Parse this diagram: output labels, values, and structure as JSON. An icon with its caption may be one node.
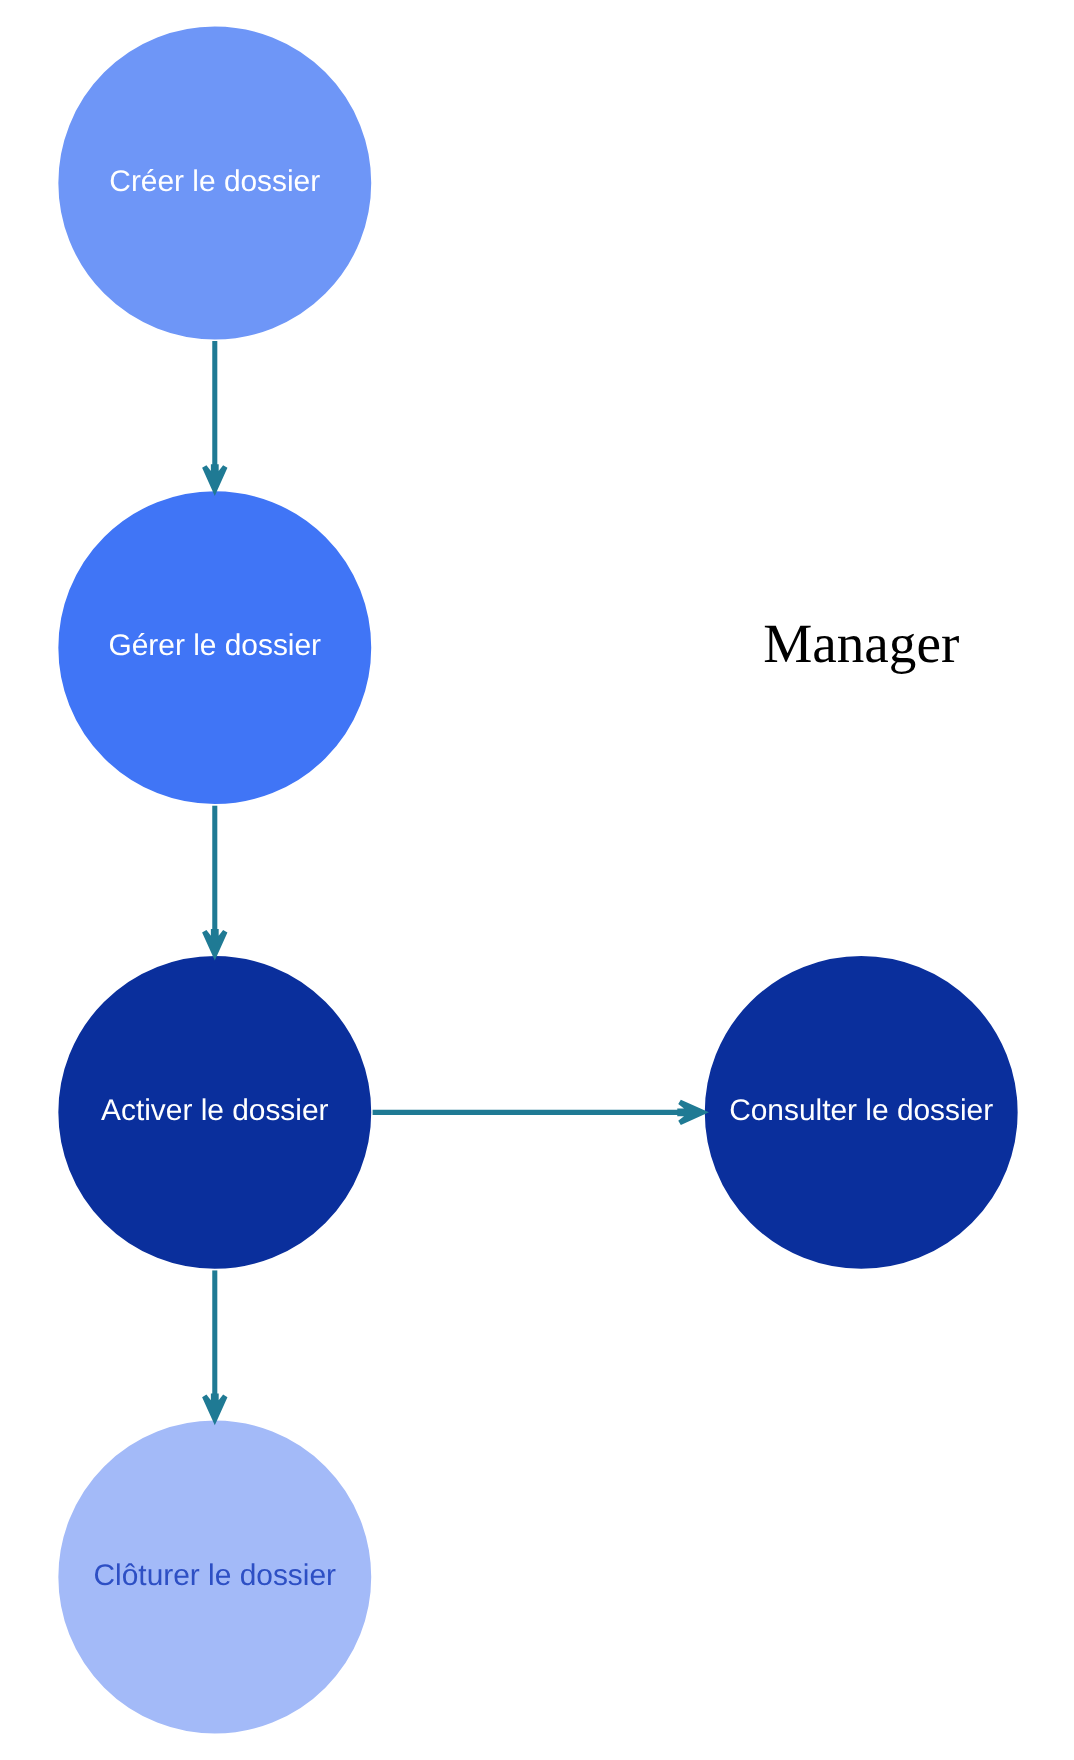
{
  "diagram": {
    "nodes": [
      {
        "text": [
          "Créer le dossier"
        ]
      },
      {
        "text": [
          "Gérer le dossier"
        ]
      },
      {
        "text": [
          "Activer le dossier"
        ]
      },
      {
        "text": [
          "Consulter le dossier"
        ]
      },
      {
        "text": [
          "Clôturer le dossier"
        ]
      }
    ],
    "edges": [
      {
        "from": 0,
        "to": 1,
        "arrow": "to"
      },
      {
        "from": 1,
        "to": 2,
        "arrow": "to"
      },
      {
        "from": 2,
        "to": 3,
        "arrow": "to"
      },
      {
        "from": 2,
        "to": 4,
        "arrow": "to"
      }
    ],
    "labels": [
      "Manager"
    ]
  }
}
